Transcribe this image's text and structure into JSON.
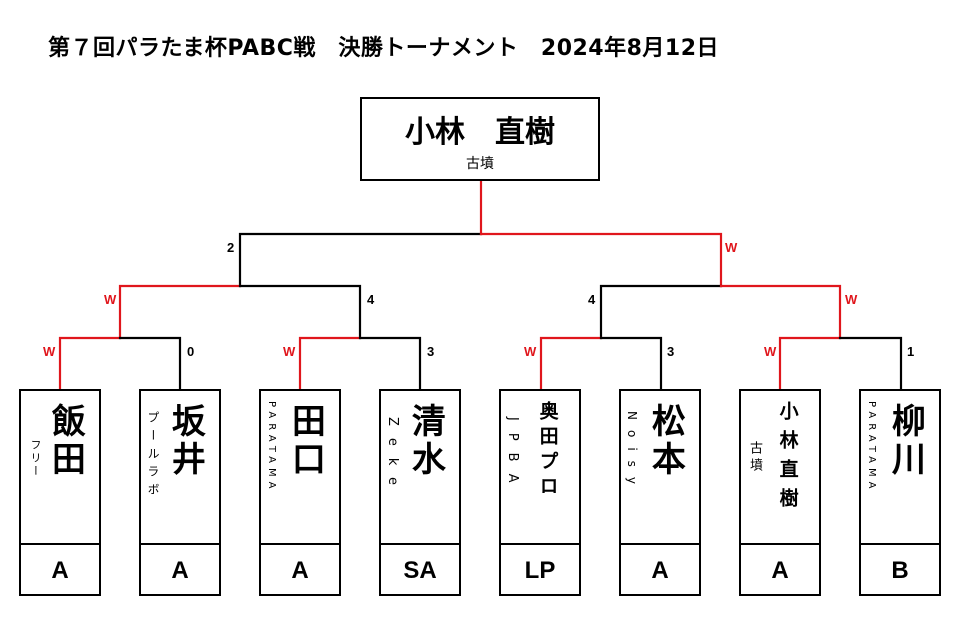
{
  "title": "第７回パラたま杯PABC戦　決勝トーナメント　2024年8月12日",
  "champion": {
    "name": "小林　直樹",
    "club": "古墳"
  },
  "line_colors": {
    "winner": "#e0161c",
    "loser": "#000000"
  },
  "players": [
    {
      "name": "飯田",
      "club": "フリー",
      "grade": "A"
    },
    {
      "name": "坂井",
      "club": "プールラボ",
      "grade": "A"
    },
    {
      "name": "田口",
      "club": "PARATAMA",
      "grade": "A"
    },
    {
      "name": "清水",
      "club": "Zeke",
      "grade": "SA"
    },
    {
      "name": "奥田プロ",
      "club": "JPBA",
      "grade": "LP"
    },
    {
      "name": "松本",
      "club": "Noisy",
      "grade": "A"
    },
    {
      "name": "小林直樹",
      "club": "古墳",
      "grade": "A"
    },
    {
      "name": "柳川",
      "club": "PARATAMA",
      "grade": "B"
    }
  ],
  "round1": [
    {
      "left": "W",
      "right": "0"
    },
    {
      "left": "W",
      "right": "3"
    },
    {
      "left": "W",
      "right": "3"
    },
    {
      "left": "W",
      "right": "1"
    }
  ],
  "semifinals": [
    {
      "left": "W",
      "right": "4"
    },
    {
      "left": "4",
      "right": "W"
    }
  ],
  "final": {
    "left": "2",
    "right": "W"
  }
}
